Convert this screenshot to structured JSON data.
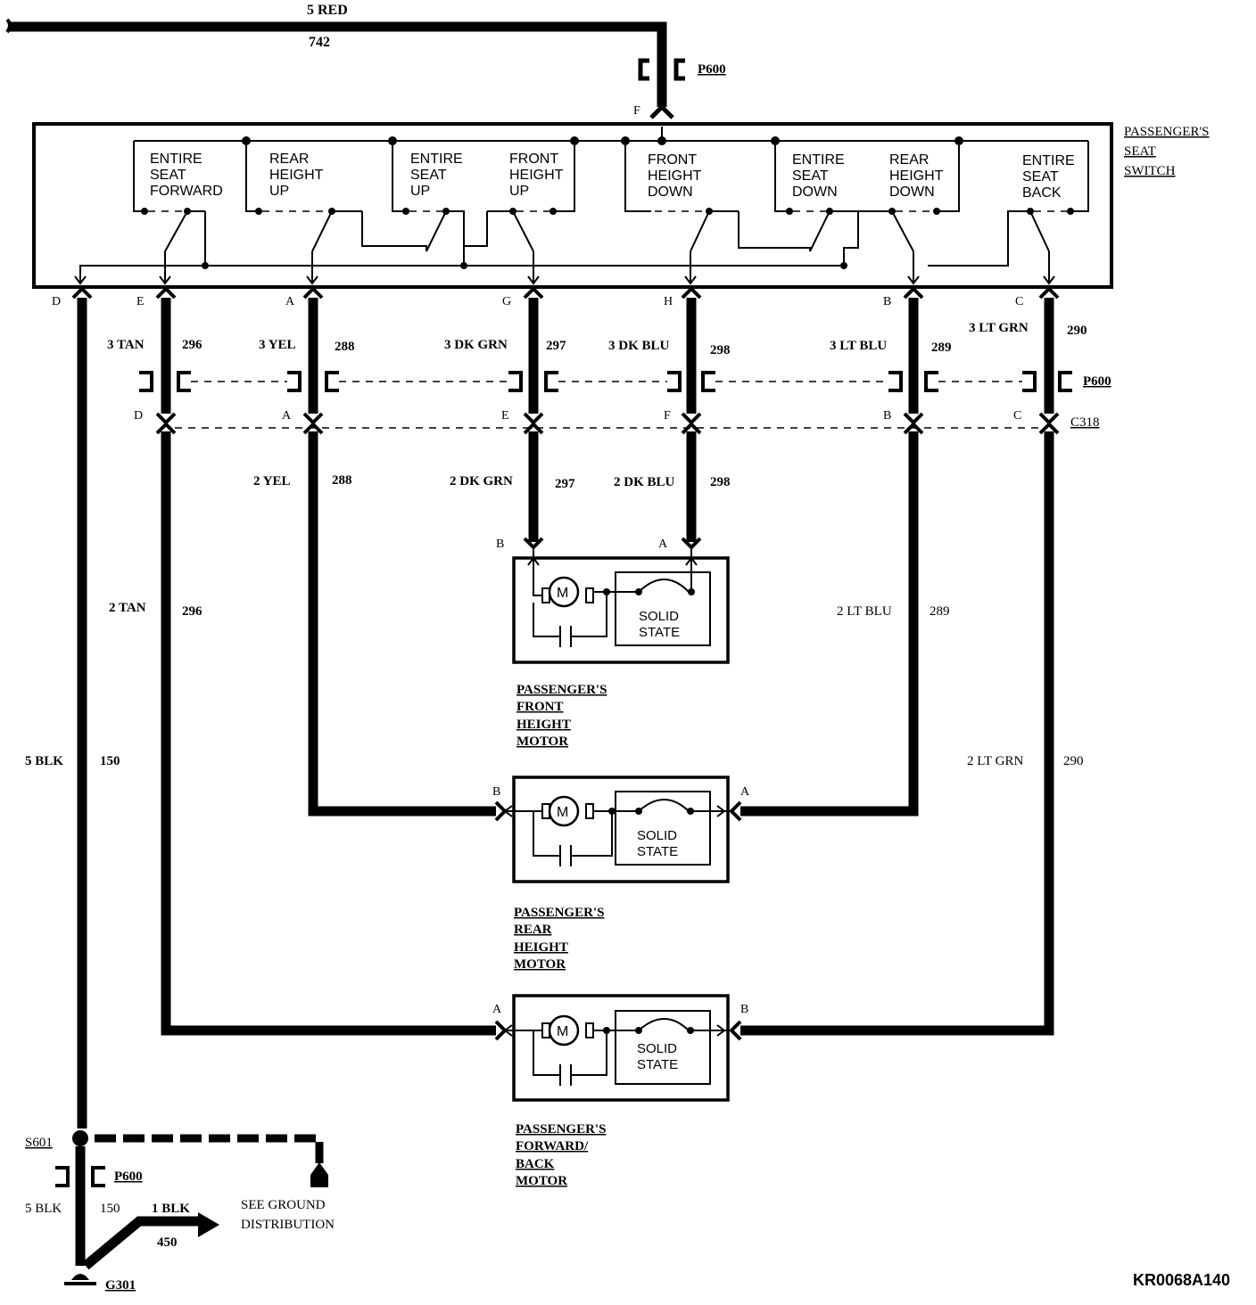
{
  "diagram_id": "KR0068A140",
  "switch": {
    "title": [
      "PASSENGER'S",
      "SEAT",
      "SWITCH"
    ],
    "pin_f": "F",
    "contacts": [
      {
        "lines": [
          "ENTIRE",
          "SEAT",
          "FORWARD"
        ]
      },
      {
        "lines": [
          "REAR",
          "HEIGHT",
          "UP"
        ]
      },
      {
        "lines": [
          "ENTIRE",
          "SEAT",
          "UP"
        ]
      },
      {
        "lines": [
          "FRONT",
          "HEIGHT",
          "UP"
        ]
      },
      {
        "lines": [
          "FRONT",
          "HEIGHT",
          "DOWN"
        ]
      },
      {
        "lines": [
          "ENTIRE",
          "SEAT",
          "DOWN"
        ]
      },
      {
        "lines": [
          "REAR",
          "HEIGHT",
          "DOWN"
        ]
      },
      {
        "lines": [
          "ENTIRE",
          "SEAT",
          "BACK"
        ]
      }
    ],
    "pins": [
      "D",
      "E",
      "A",
      "G",
      "H",
      "B",
      "C"
    ]
  },
  "feed": {
    "color": "5 RED",
    "circuit": "742",
    "connector": "P600"
  },
  "upper_wires": [
    {
      "color": "3 TAN",
      "circuit": "296"
    },
    {
      "color": "3 YEL",
      "circuit": "288"
    },
    {
      "color": "3 DK GRN",
      "circuit": "297"
    },
    {
      "color": "3  DK BLU",
      "circuit": "298"
    },
    {
      "color": "3 LT BLU",
      "circuit": "289"
    },
    {
      "color": "3 LT GRN",
      "circuit": "290"
    }
  ],
  "connectors": {
    "p600": "P600",
    "c318": "C318",
    "c318_pins": [
      "D",
      "A",
      "E",
      "F",
      "B",
      "C"
    ]
  },
  "lower_wires": {
    "yel": {
      "color": "2  YEL",
      "circuit": "288"
    },
    "dkgrn": {
      "color": "2 DK GRN",
      "circuit": "297"
    },
    "dkblu": {
      "color": "2 DK BLU",
      "circuit": "298"
    },
    "tan": {
      "color": "2 TAN",
      "circuit": "296"
    },
    "ltblu": {
      "color": "2 LT BLU",
      "circuit": "289"
    },
    "ltgrn": {
      "color": "2 LT GRN",
      "circuit": "290"
    },
    "blk": {
      "color": "5 BLK",
      "circuit": "150"
    }
  },
  "motors": [
    {
      "name": [
        "PASSENGER'S",
        "FRONT",
        "HEIGHT",
        "MOTOR"
      ],
      "pin_left": "B",
      "pin_right": "A",
      "symbol": "M",
      "module": [
        "SOLID",
        "STATE"
      ]
    },
    {
      "name": [
        "PASSENGER'S",
        "REAR",
        "HEIGHT",
        "MOTOR"
      ],
      "pin_left": "B",
      "pin_right": "A",
      "symbol": "M",
      "module": [
        "SOLID",
        "STATE"
      ]
    },
    {
      "name": [
        "PASSENGER'S",
        "FORWARD/",
        "BACK",
        "MOTOR"
      ],
      "pin_left": "A",
      "pin_right": "B",
      "symbol": "M",
      "module": [
        "SOLID",
        "STATE"
      ]
    }
  ],
  "ground": {
    "splice": "S601",
    "connector": "P600",
    "wire1": {
      "color": "5 BLK",
      "circuit": "150"
    },
    "wire2": {
      "color": "1 BLK",
      "circuit": "450"
    },
    "note": [
      "SEE GROUND",
      "DISTRIBUTION"
    ],
    "ground_point": "G301"
  }
}
